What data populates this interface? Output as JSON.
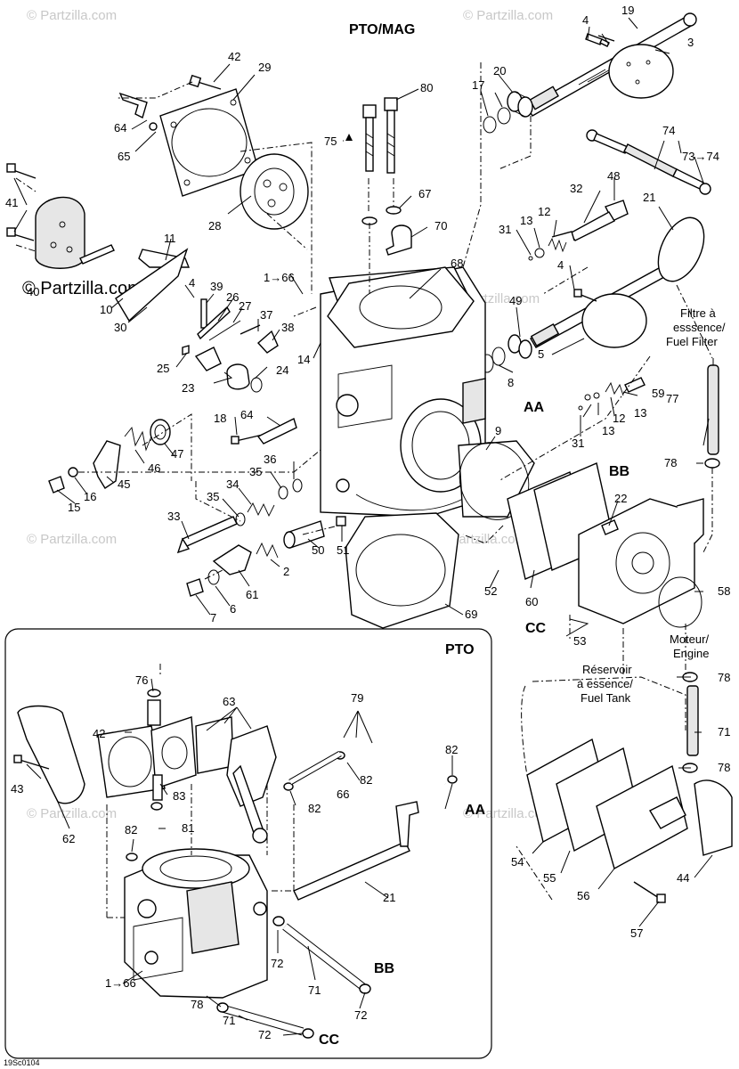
{
  "headings": {
    "pto_mag": "PTO/MAG",
    "pto": "PTO"
  },
  "notes": {
    "fuel_filter_fr": "Filtre à",
    "fuel_filter_fr2": "esssence/",
    "fuel_filter_en": "Fuel Filter",
    "engine_fr": "Moteur/",
    "engine_en": "Engine",
    "tank_fr1": "Réservoir",
    "tank_fr2": "à essence/",
    "tank_en": "Fuel Tank"
  },
  "watermark": {
    "brand": "© Partzilla.com",
    "brand_big": "© Partzilla.com"
  },
  "figure_code": "19Sc0104",
  "callouts": {
    "c19": "19",
    "c4a": "4",
    "c3": "3",
    "c20": "20",
    "c17": "17",
    "c42a": "42",
    "c29": "29",
    "c80": "80",
    "c75": "75",
    "c64a": "64",
    "c65": "65",
    "c74": "74",
    "c73": "73→74",
    "c41": "41",
    "c67": "67",
    "c70": "70",
    "c48": "48",
    "c32": "32",
    "c21a": "21",
    "c31a": "31",
    "c13a": "13",
    "c12a": "12",
    "c28": "28",
    "c11": "11",
    "c4b": "4",
    "c1a": "1→66",
    "c68": "68",
    "c39": "39",
    "c26": "26",
    "c27": "27",
    "c10": "10",
    "c40": "40",
    "c4c": "4",
    "c37": "37",
    "c38": "38",
    "c30": "30",
    "c49": "49",
    "c25": "25",
    "c14": "14",
    "c5": "5",
    "c24": "24",
    "c8": "8",
    "c59": "59",
    "c23": "23",
    "caa1": "AA",
    "c12b": "12",
    "c13b": "13",
    "c13c": "13",
    "c31b": "31",
    "c77": "77",
    "c18": "18",
    "c64b": "64",
    "c47": "47",
    "c46": "46",
    "c45": "45",
    "c16": "16",
    "c15": "15",
    "c9": "9",
    "c36": "36",
    "c35a": "35",
    "c34": "34",
    "c35b": "35",
    "cbb1": "BB",
    "c22": "22",
    "c78a": "78",
    "c33": "33",
    "c51": "51",
    "c50": "50",
    "c2": "2",
    "c61": "61",
    "c6": "6",
    "c7": "7",
    "c52": "52",
    "c60": "60",
    "c58": "58",
    "c69": "69",
    "ccc1": "CC",
    "c53": "53",
    "c76": "76",
    "c63": "63",
    "c79": "79",
    "c42b": "42",
    "c82a": "82",
    "c43": "43",
    "c83": "83",
    "c82b": "82",
    "c66": "66",
    "c82c": "82",
    "c81": "81",
    "caa2": "AA",
    "c62": "62",
    "c82d": "82",
    "c78b": "78",
    "c71a": "71",
    "c78c": "78",
    "c21b": "21",
    "c54": "54",
    "c55": "55",
    "c56": "56",
    "c44": "44",
    "c57": "57",
    "c72a": "72",
    "c71b": "71",
    "cbb2": "BB",
    "c1b": "1→66",
    "c72b": "72",
    "c78d": "78",
    "c71c": "71",
    "c72c": "72",
    "ccc2": "CC"
  }
}
